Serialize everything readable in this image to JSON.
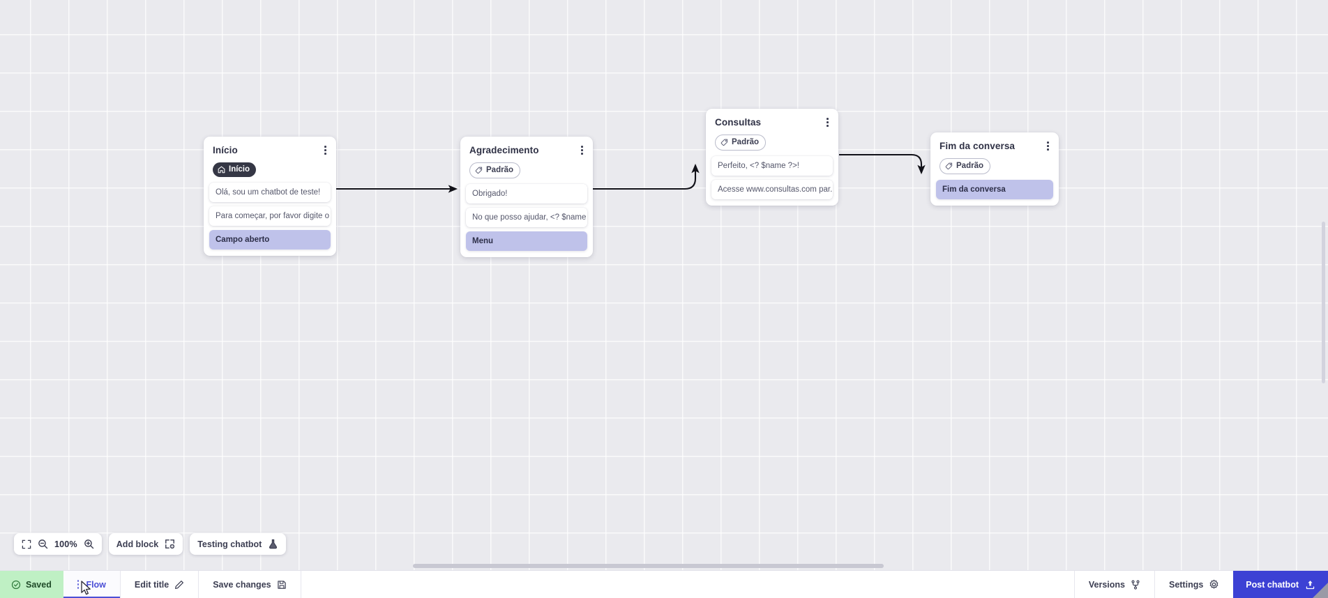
{
  "canvas": {
    "zoom_level": "100%",
    "grid": true,
    "background_color": "#eaeaee"
  },
  "blocks": [
    {
      "id": "inicio",
      "title": "Início",
      "badge": {
        "label": "Início",
        "icon": "home-icon",
        "style": "dark"
      },
      "rows": [
        {
          "text": "Olá, sou um chatbot de teste!",
          "type": "message"
        },
        {
          "text": "Para começar, por favor digite o ...",
          "type": "message"
        },
        {
          "text": "Campo aberto",
          "type": "action"
        }
      ]
    },
    {
      "id": "agradecimento",
      "title": "Agradecimento",
      "badge": {
        "label": "Padrão",
        "icon": "tag-icon",
        "style": "outline"
      },
      "rows": [
        {
          "text": "Obrigado!",
          "type": "message"
        },
        {
          "text": "No que posso ajudar, <? $name ...",
          "type": "message"
        },
        {
          "text": "Menu",
          "type": "action"
        }
      ]
    },
    {
      "id": "consultas",
      "title": "Consultas",
      "badge": {
        "label": "Padrão",
        "icon": "tag-icon",
        "style": "outline"
      },
      "rows": [
        {
          "text": "Perfeito, <? $name ?>!",
          "type": "message"
        },
        {
          "text": "Acesse www.consultas.com par...",
          "type": "message"
        }
      ]
    },
    {
      "id": "fim-da-conversa",
      "title": "Fim da conversa",
      "badge": {
        "label": "Padrão",
        "icon": "tag-icon",
        "style": "outline"
      },
      "rows": [
        {
          "text": "Fim da conversa",
          "type": "action"
        }
      ]
    }
  ],
  "toolbar": {
    "fit_icon": "fit-screen-icon",
    "zoom_out_icon": "zoom-out-icon",
    "zoom_value": "100%",
    "zoom_in_icon": "zoom-in-icon",
    "add_block_label": "Add block",
    "add_block_icon": "add-block-icon",
    "testing_label": "Testing chatbot",
    "testing_icon": "flask-icon"
  },
  "bottombar": {
    "saved_label": "Saved",
    "saved_icon": "check-circle-icon",
    "saved_color": "#bff0c4",
    "flow_label": "Flow",
    "drag_handle_icon": "drag-dots-icon",
    "edit_title_label": "Edit title",
    "edit_title_icon": "pencil-icon",
    "save_changes_label": "Save changes",
    "save_changes_icon": "floppy-disk-icon",
    "versions_label": "Versions",
    "versions_icon": "branch-icon",
    "settings_label": "Settings",
    "settings_icon": "gear-icon",
    "post_label": "Post chatbot",
    "post_icon": "upload-icon",
    "post_color": "#3c41d4",
    "accent_color": "#4b4fd6"
  }
}
